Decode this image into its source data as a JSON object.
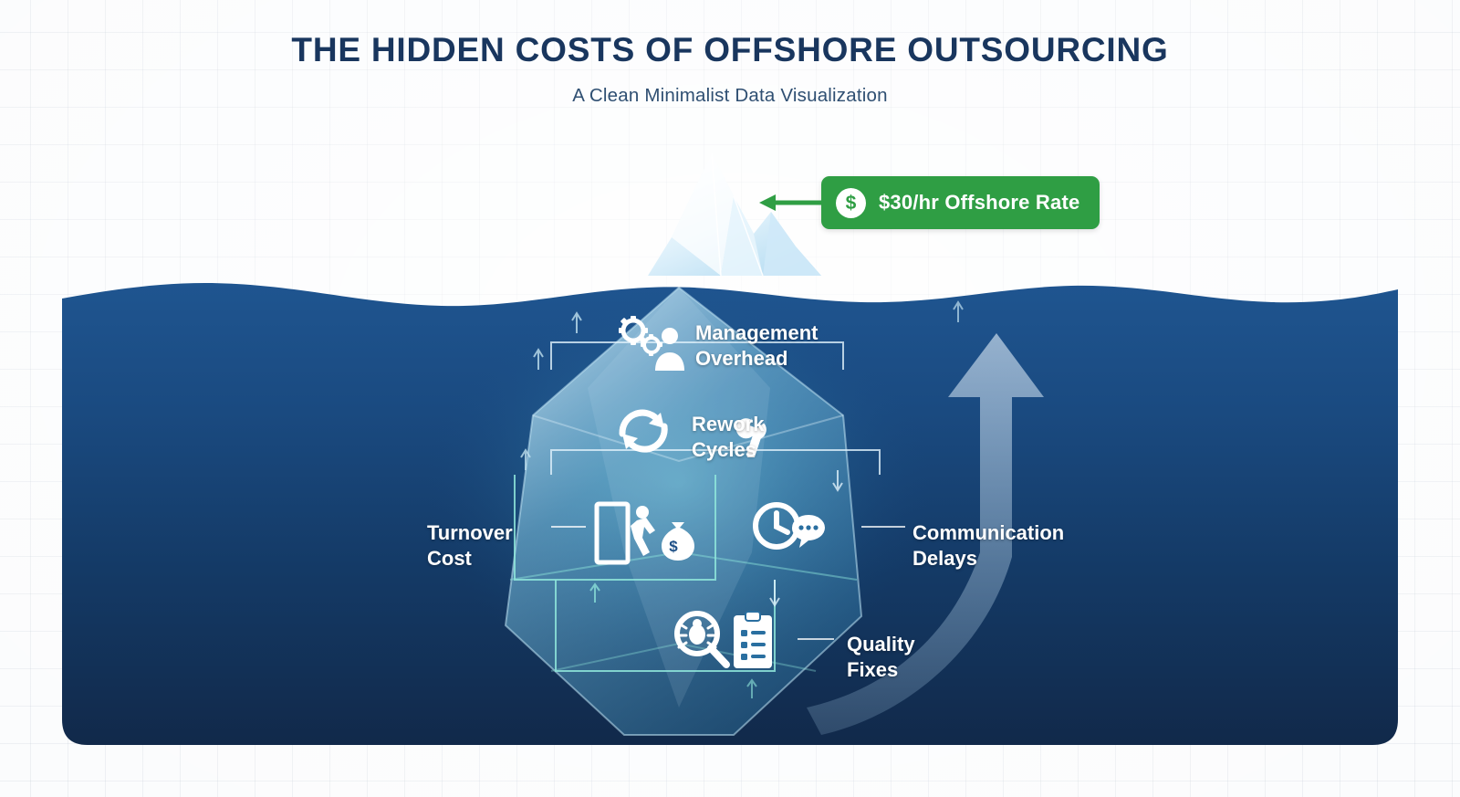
{
  "header": {
    "title": "The Hidden Costs of Offshore Outsourcing",
    "subtitle": "A Clean Minimalist Data Visualization"
  },
  "badge": {
    "currency_symbol": "$",
    "label": "$30/hr Offshore Rate",
    "color": "#2f9e44"
  },
  "colors": {
    "title": "#19365e",
    "subtitle": "#2f4f72",
    "ocean_top": "#1d4f86",
    "ocean_bottom": "#102a4c",
    "iceberg_above": "#dff1fb",
    "iceberg_below": "#2c6f9e",
    "accent_teal": "#7fe3d8",
    "label_text": "#ffffff"
  },
  "chart_data": {
    "type": "diagram",
    "subtype": "iceberg",
    "title": "The Hidden Costs of Offshore Outsourcing",
    "visible_tip": {
      "label": "$30/hr Offshore Rate",
      "position": "above-waterline"
    },
    "hidden_costs": [
      {
        "label": "Management Overhead",
        "icon": "gears-person-icon",
        "depth": 1
      },
      {
        "label": "Rework Cycles",
        "icon": "refresh-wrench-icon",
        "depth": 2
      },
      {
        "label": "Turnover Cost",
        "icon": "exit-moneybag-icon",
        "depth": 3
      },
      {
        "label": "Communication Delays",
        "icon": "clock-chat-icon",
        "depth": 3
      },
      {
        "label": "Quality Fixes",
        "icon": "bug-magnifier-checklist-icon",
        "depth": 4
      }
    ]
  },
  "labels": {
    "management": "Management\nOverhead",
    "rework": "Rework\nCycles",
    "turnover": "Turnover\nCost",
    "communication": "Communication\nDelays",
    "quality": "Quality\nFixes"
  }
}
